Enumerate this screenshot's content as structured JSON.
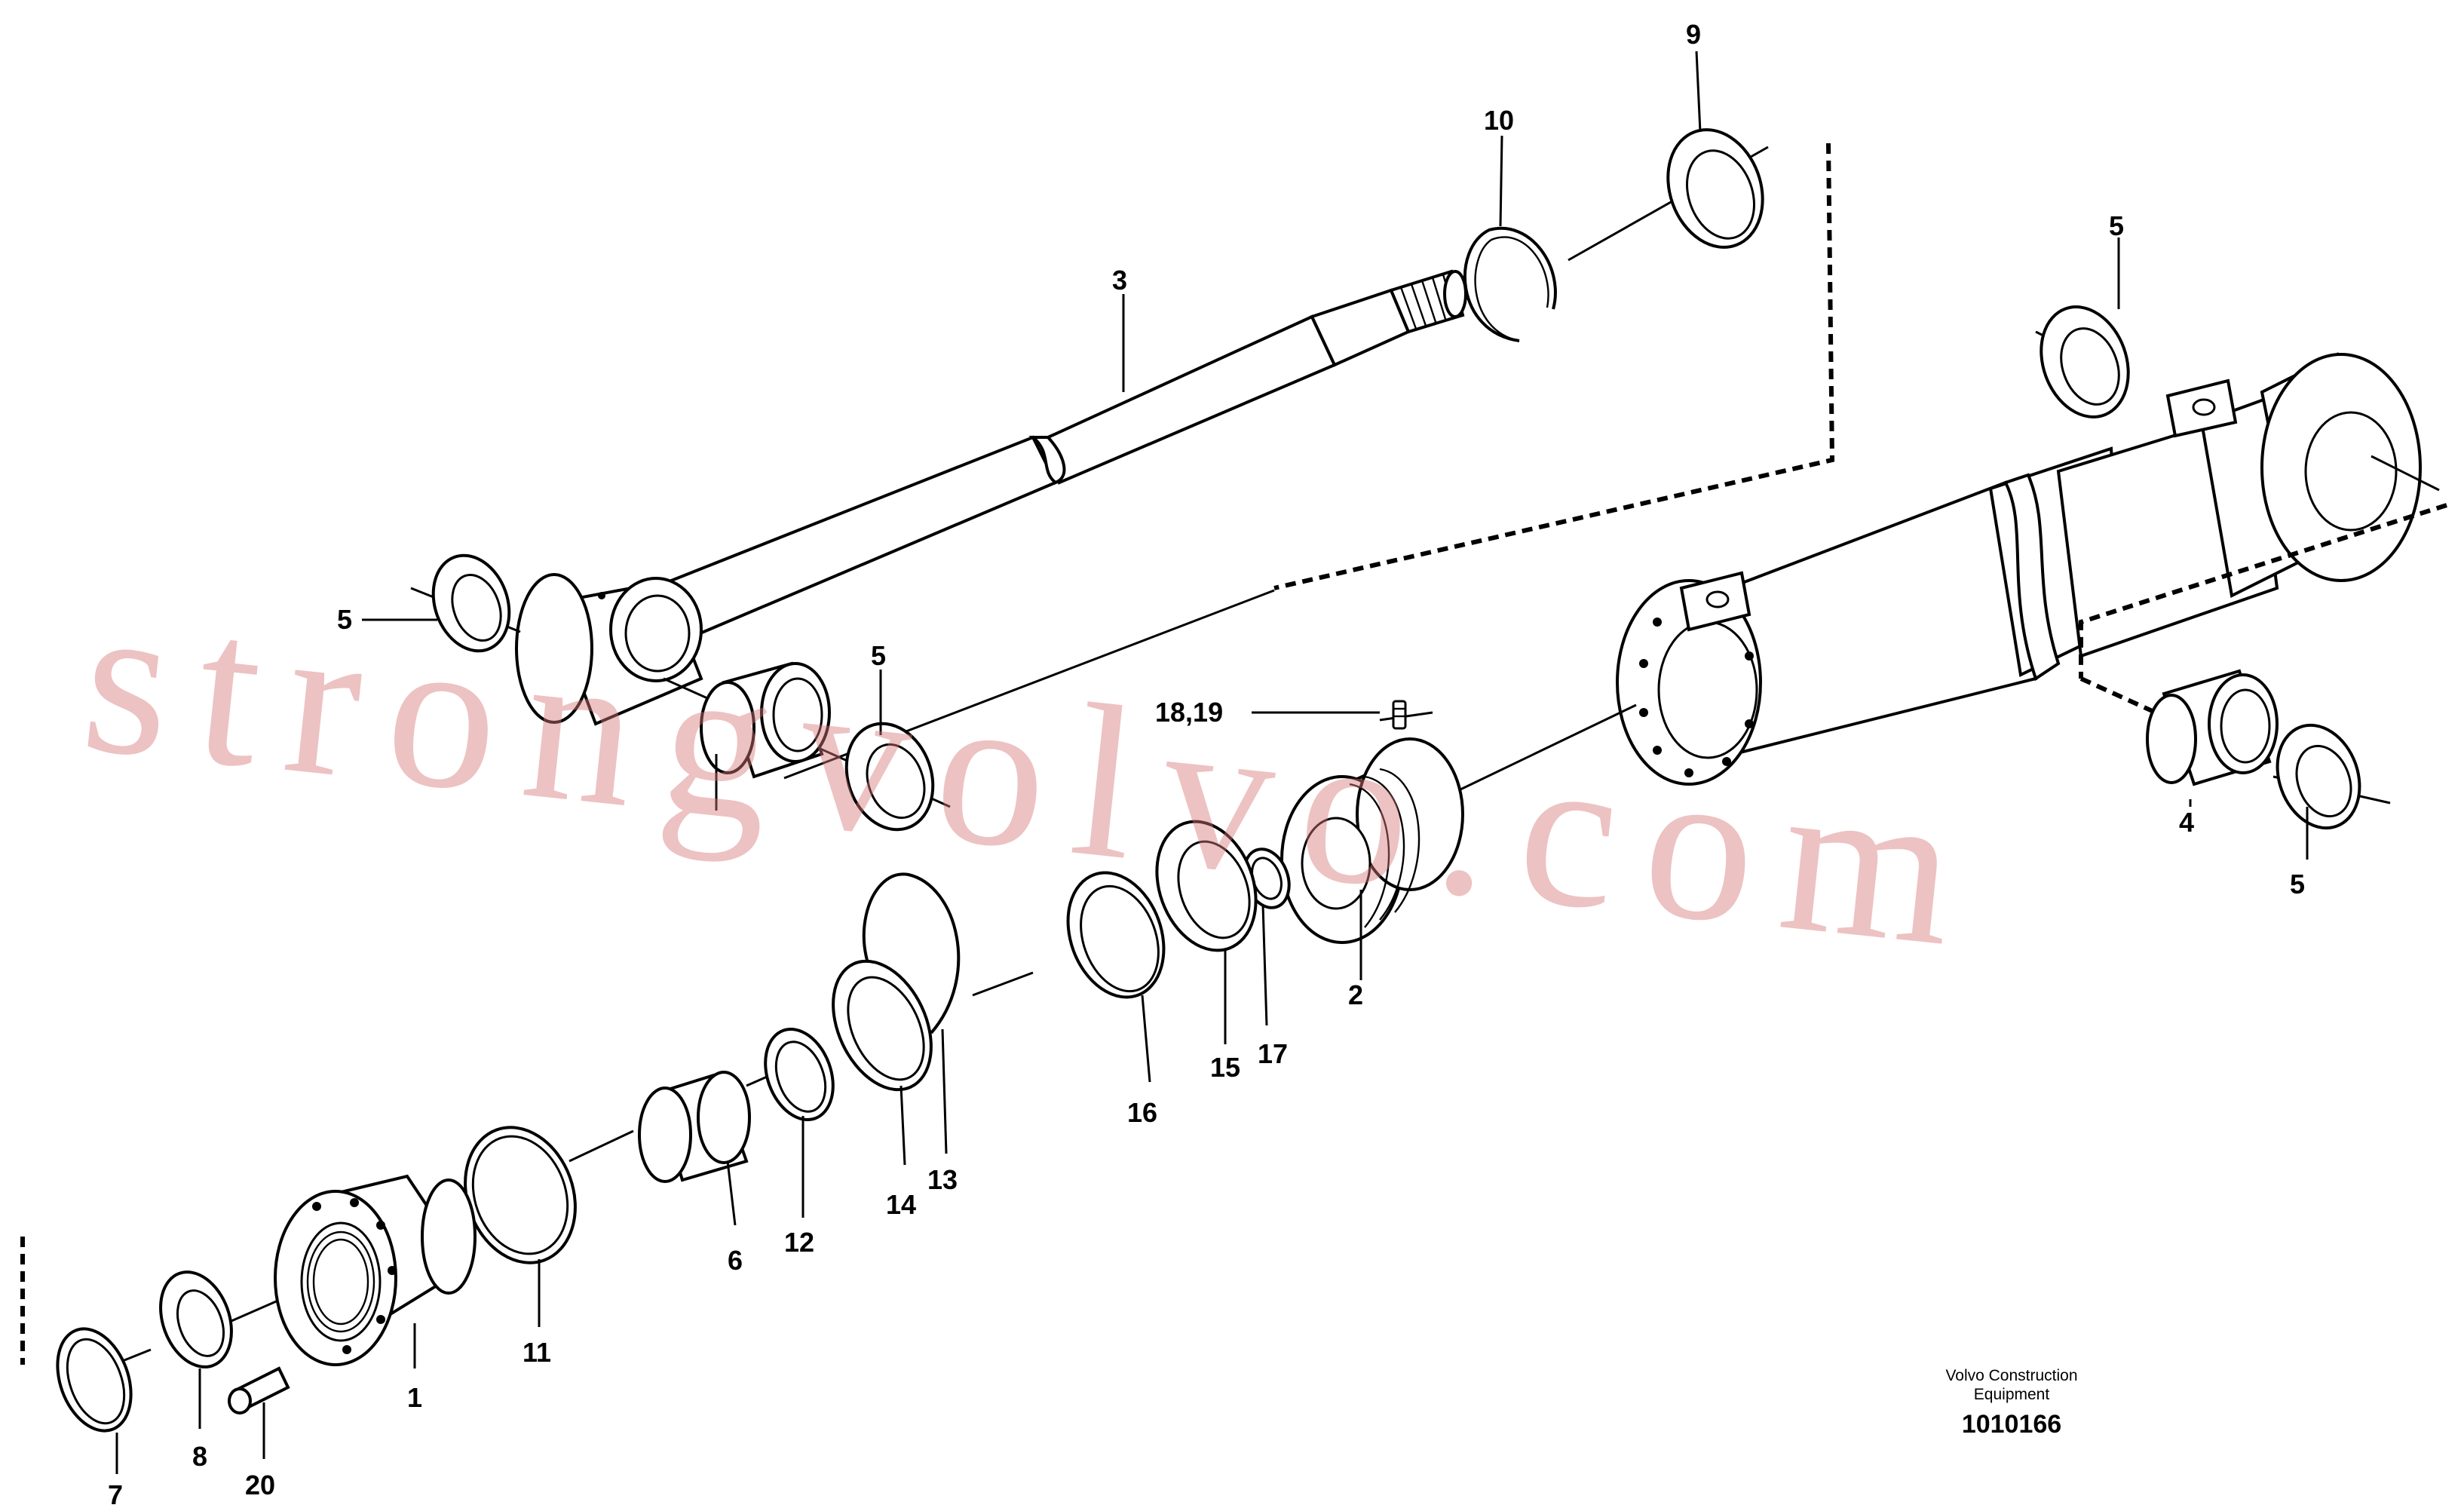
{
  "callouts": {
    "c1": "1",
    "c2": "2",
    "c3": "3",
    "c4": "4",
    "c5a": "5",
    "c5b": "5",
    "c5c": "5",
    "c5d": "5",
    "c6": "6",
    "c7": "7",
    "c8": "8",
    "c9": "9",
    "c10": "10",
    "c11": "11",
    "c12": "12",
    "c13": "13",
    "c14": "14",
    "c15": "15",
    "c16": "16",
    "c17": "17",
    "c18_19": "18,19",
    "c20": "20"
  },
  "credit": {
    "line1": "Volvo Construction",
    "line2": "Equipment"
  },
  "drawing_number": "1010166",
  "watermark": "strongvolvo.com",
  "colors": {
    "line": "#000000",
    "background": "#ffffff",
    "watermark": "#d67878"
  }
}
